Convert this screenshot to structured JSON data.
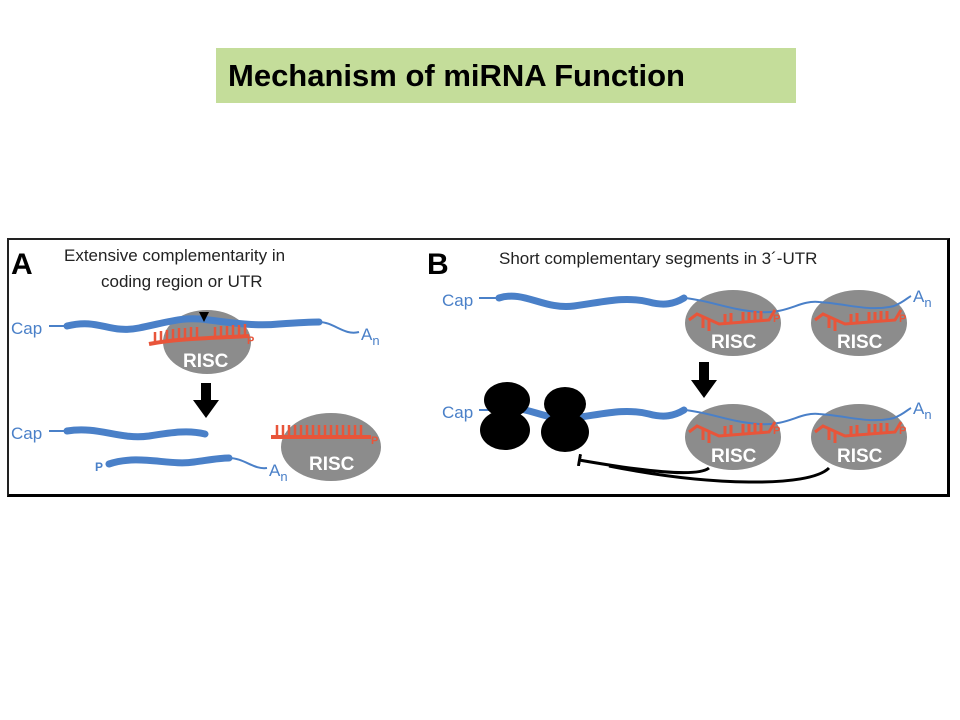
{
  "title": "Mechanism of miRNA Function",
  "colors": {
    "title_bg": "#c4dd9a",
    "mrna_blue": "#4a80c8",
    "mirna_red": "#e8553a",
    "risc_gray": "#8c8c8c",
    "ribosome_black": "#000000"
  },
  "panel_a": {
    "letter": "A",
    "heading_line1": "Extensive complementarity in",
    "heading_line2": "coding region or UTR",
    "cap_top": "Cap",
    "cap_bottom": "Cap",
    "polyA_top": "A",
    "polyA_top_sub": "n",
    "polyA_bottom": "A",
    "polyA_bottom_sub": "n",
    "risc_top": "RISC",
    "risc_right": "RISC",
    "p_mirna": "P",
    "p_fragment": "P",
    "p_free_mirna": "P"
  },
  "panel_b": {
    "letter": "B",
    "heading": "Short complementary segments in 3´-UTR",
    "cap_top": "Cap",
    "cap_bottom": "Cap",
    "polyA_top": "A",
    "polyA_top_sub": "n",
    "polyA_bottom": "A",
    "polyA_bottom_sub": "n",
    "risc_1": "RISC",
    "risc_2": "RISC",
    "risc_3": "RISC",
    "risc_4": "RISC",
    "p_1": "P",
    "p_2": "P",
    "p_3": "P",
    "p_4": "P"
  }
}
